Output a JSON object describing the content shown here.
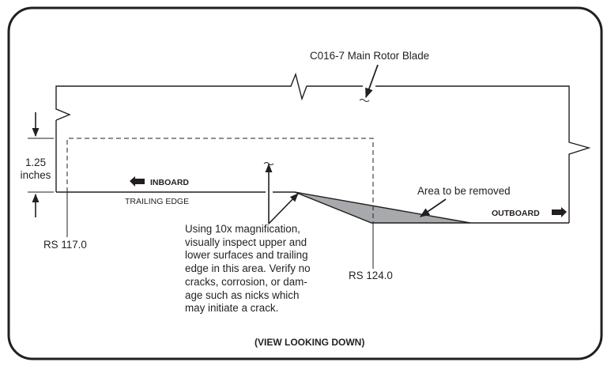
{
  "diagram": {
    "title_label": "C016-7 Main Rotor Blade",
    "dimension": {
      "value": "1.25",
      "unit": "inches"
    },
    "direction_inboard": "INBOARD",
    "direction_outboard": "OUTBOARD",
    "trailing_edge_label": "TRAILING EDGE",
    "station_left": "RS 117.0",
    "station_right": "RS 124.0",
    "removal_label": "Area to be removed",
    "inspection_note_lines": [
      "Using 10x magnification,",
      "visually inspect upper and",
      "lower surfaces and trailing",
      "edge in this area. Verify no",
      "cracks, corrosion, or dam-",
      "age such as nicks which",
      "may initiate a crack."
    ],
    "view_caption": "(VIEW LOOKING DOWN)",
    "colors": {
      "line": "#231f20",
      "shaded_area": "#a7a9ac",
      "border": "#231f20"
    }
  }
}
